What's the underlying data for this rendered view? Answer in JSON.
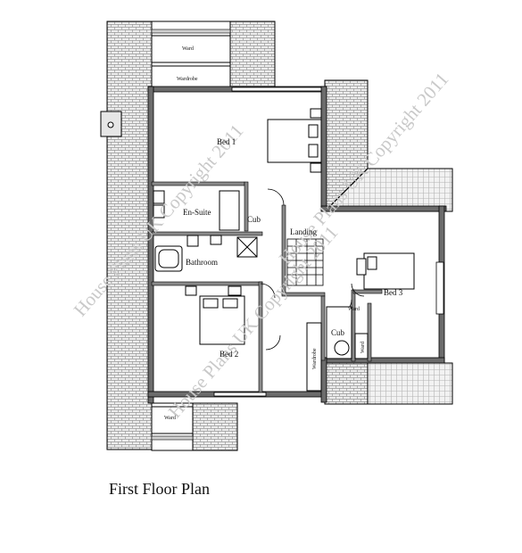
{
  "rooms": {
    "bed1": "Bed 1",
    "bed2": "Bed 2",
    "bed3": "Bed 3",
    "ensuite": "En-Suite",
    "bathroom": "Bathroom",
    "landing": "Landing",
    "cub_upper": "Cub",
    "cub_lower": "Cub"
  },
  "storage": {
    "ward_top": "Ward",
    "wardrobe_top": "Wardrobe",
    "ward_bottom": "Ward",
    "wardrobe_landing": "Wardrobe",
    "ward_cub": "Ward",
    "ward_vertical": "Ward"
  },
  "watermark": {
    "line1": "House Plans UK Copyright 2011",
    "line2": "House Plans UK Copyright 2011",
    "line3": "House Plans UK Copyright 2011"
  },
  "caption": "First Floor Plan",
  "colors": {
    "wall": "#000000",
    "tile_fill": "#ececec",
    "tile_line": "#9a9a9a",
    "watermark": "#c9c9c9"
  }
}
